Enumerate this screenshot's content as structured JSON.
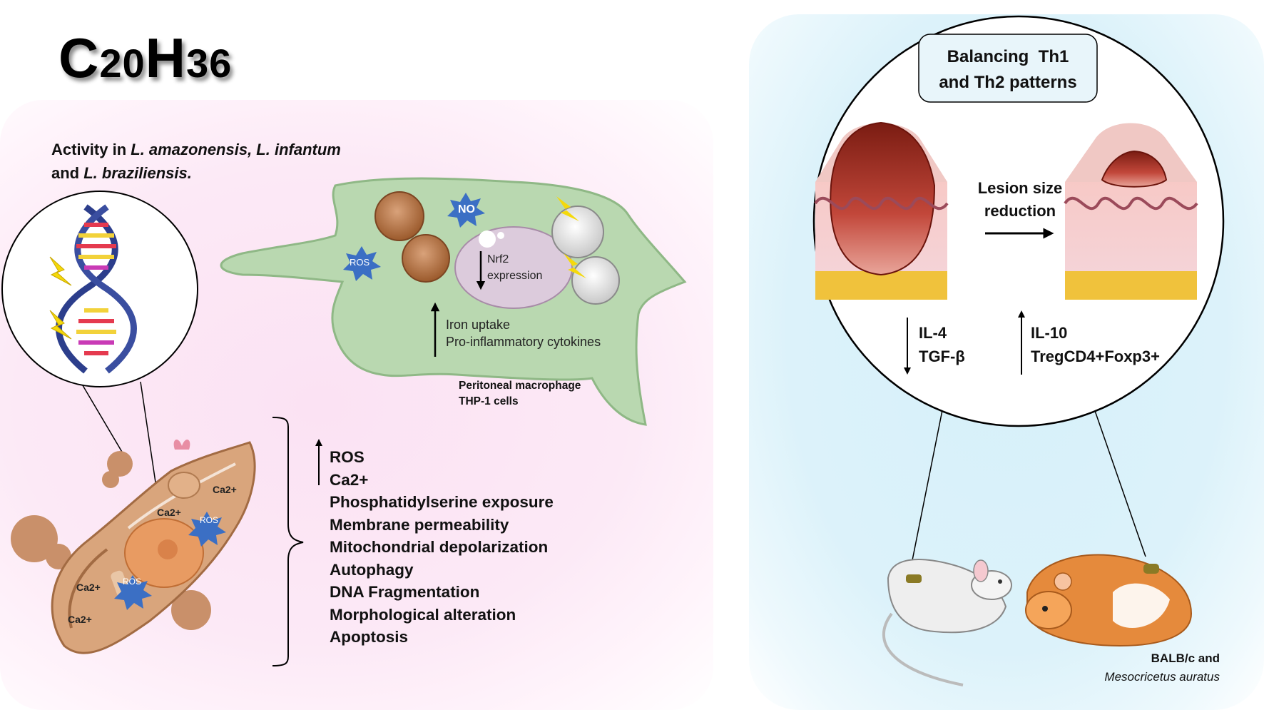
{
  "formula": {
    "base1": "C",
    "sub1": "20",
    "base2": "H",
    "sub2": "36"
  },
  "activity": {
    "line1_prefix": "Activity in ",
    "line1_species": "L. amazonensis, L. infantum",
    "line2_prefix": "and ",
    "line2_species": "L. braziliensis."
  },
  "macrophage": {
    "no_label": "NO",
    "ros_label": "ROS",
    "nucleus_line1": "Nrf2",
    "nucleus_line2": "expression",
    "up_line1": "Iron uptake",
    "up_line2": "Pro-inflammatory cytokines",
    "cells_line1": "Peritoneal macrophage",
    "cells_line2": "THP-1 cells"
  },
  "parasite": {
    "ca_labels": [
      "Ca2+",
      "Ca2+",
      "Ca2+",
      "Ca2+"
    ],
    "ros_labels": [
      "ROS",
      "ROS"
    ]
  },
  "effects": [
    "ROS",
    "Ca2+",
    "Phosphatidylserine exposure",
    "Membrane permeability",
    "Mitochondrial depolarization",
    "Autophagy",
    "DNA Fragmentation",
    "Morphological alteration",
    "Apoptosis"
  ],
  "immune": {
    "box_line1": "Balancing  Th1",
    "box_line2": "and Th2 patterns",
    "lesion_line1": "Lesion size",
    "lesion_line2": "reduction",
    "down_line1": "IL-4",
    "down_line2": "TGF-β",
    "up_line1": "IL-10",
    "up_line2": "TregCD4+Foxp3+"
  },
  "models": {
    "line1": "BALB/c and",
    "line2": "Mesocricetus auratus"
  },
  "colors": {
    "left_bg": "#fbe2f3",
    "right_bg": "#d6f0f9",
    "macrophage": "#b9d8b0",
    "parasite_body": "#c9885a",
    "ros_star": "#3b6fc4",
    "lesion_red": "#a0291d",
    "fat_yellow": "#f0c23c"
  }
}
